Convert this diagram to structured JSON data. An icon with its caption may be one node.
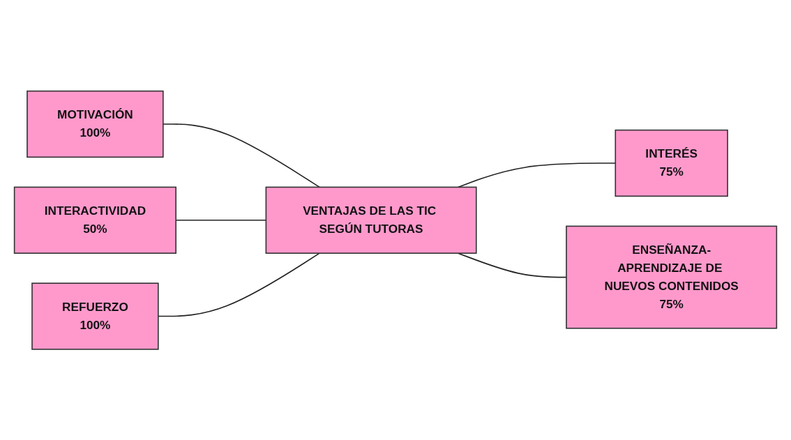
{
  "diagram": {
    "nodes": [
      {
        "text": [
          "MOTIVACIÓN",
          "100%"
        ]
      },
      {
        "text": [
          "INTERACTIVIDAD",
          "50%"
        ]
      },
      {
        "text": [
          "VENTAJAS DE LAS TIC SEGÚN TUTORAS"
        ]
      },
      {
        "text": [
          "REFUERZO",
          "100%"
        ]
      },
      {
        "text": [
          "INTERÉS",
          "75%"
        ]
      },
      {
        "text": [
          "ENSEÑANZA-APRENDIZAJE DE NUEVOS CONTENIDOS",
          "75%"
        ]
      }
    ],
    "edges": [
      {
        "from": 0,
        "to": 2,
        "arrow": "none"
      },
      {
        "from": 1,
        "to": 2,
        "arrow": "none"
      },
      {
        "from": 3,
        "to": 2,
        "arrow": "none"
      },
      {
        "from": 2,
        "to": 4,
        "arrow": "none"
      },
      {
        "from": 2,
        "to": 5,
        "arrow": "none"
      }
    ]
  }
}
